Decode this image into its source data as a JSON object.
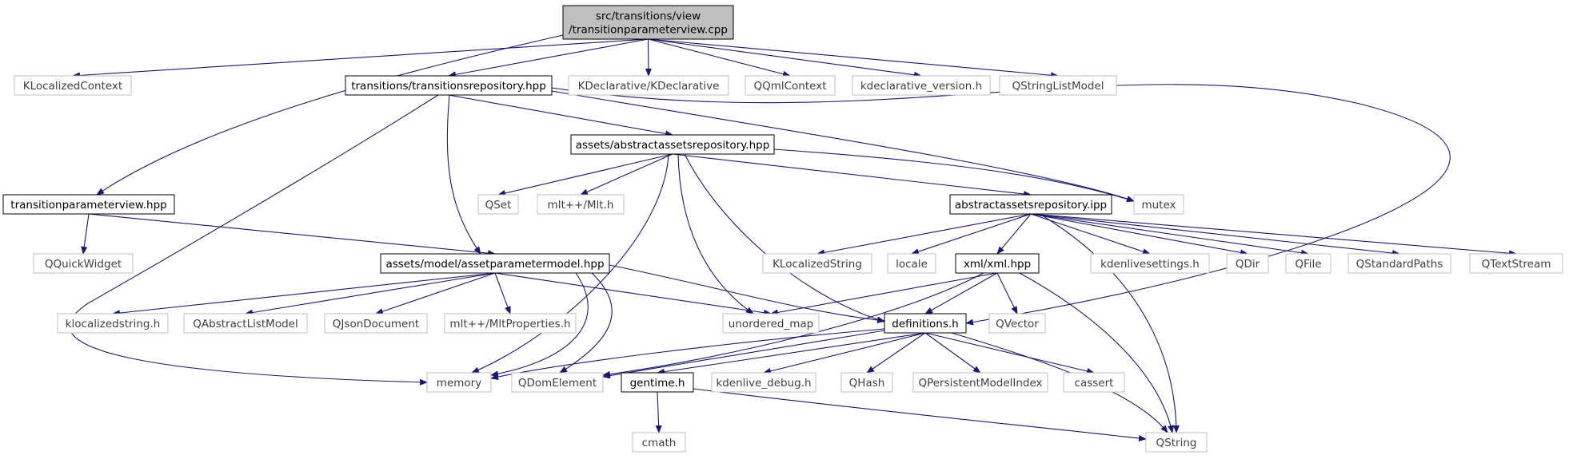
{
  "diagram": {
    "colors": {
      "edge": "#191970",
      "root_fill": "#bfbfbf",
      "root_border": "#000000",
      "file_border": "#000000",
      "external_border": "#bfbfbf",
      "external_text": "#404040",
      "file_text": "#000000"
    },
    "nodes": [
      {
        "id": "root",
        "label": [
          "src/transitions/view",
          "/transitionparameterview.cpp"
        ],
        "kind": "root"
      },
      {
        "id": "klocalizedcontext",
        "label": [
          "KLocalizedContext"
        ],
        "kind": "external"
      },
      {
        "id": "transitionsrepository",
        "label": [
          "transitions/transitionsrepository.hpp"
        ],
        "kind": "file"
      },
      {
        "id": "kdeclarative",
        "label": [
          "KDeclarative/KDeclarative"
        ],
        "kind": "external"
      },
      {
        "id": "qqmlcontext",
        "label": [
          "QQmlContext"
        ],
        "kind": "external"
      },
      {
        "id": "kdeclarative_version",
        "label": [
          "kdeclarative_version.h"
        ],
        "kind": "external"
      },
      {
        "id": "qstringlistmodel",
        "label": [
          "QStringListModel"
        ],
        "kind": "external"
      },
      {
        "id": "abstractassetsrepository_hpp",
        "label": [
          "assets/abstractassetsrepository.hpp"
        ],
        "kind": "file"
      },
      {
        "id": "transitionparameterview_hpp",
        "label": [
          "transitionparameterview.hpp"
        ],
        "kind": "file"
      },
      {
        "id": "qset",
        "label": [
          "QSet"
        ],
        "kind": "external"
      },
      {
        "id": "mlt",
        "label": [
          "mlt++/Mlt.h"
        ],
        "kind": "external"
      },
      {
        "id": "abstractassetsrepository_ipp",
        "label": [
          "abstractassetsrepository.ipp"
        ],
        "kind": "file"
      },
      {
        "id": "mutex",
        "label": [
          "mutex"
        ],
        "kind": "external"
      },
      {
        "id": "qquickwidget",
        "label": [
          "QQuickWidget"
        ],
        "kind": "external"
      },
      {
        "id": "assetparametermodel",
        "label": [
          "assets/model/assetparametermodel.hpp"
        ],
        "kind": "file"
      },
      {
        "id": "klocalizedstring_cap",
        "label": [
          "KLocalizedString"
        ],
        "kind": "external"
      },
      {
        "id": "locale",
        "label": [
          "locale"
        ],
        "kind": "external"
      },
      {
        "id": "xml",
        "label": [
          "xml/xml.hpp"
        ],
        "kind": "file"
      },
      {
        "id": "kdenlivesettings",
        "label": [
          "kdenlivesettings.h"
        ],
        "kind": "external"
      },
      {
        "id": "qdir",
        "label": [
          "QDir"
        ],
        "kind": "external"
      },
      {
        "id": "qfile",
        "label": [
          "QFile"
        ],
        "kind": "external"
      },
      {
        "id": "qstandardpaths",
        "label": [
          "QStandardPaths"
        ],
        "kind": "external"
      },
      {
        "id": "qtextstream",
        "label": [
          "QTextStream"
        ],
        "kind": "external"
      },
      {
        "id": "klocalizedstring_h",
        "label": [
          "klocalizedstring.h"
        ],
        "kind": "external"
      },
      {
        "id": "qabstractlistmodel",
        "label": [
          "QAbstractListModel"
        ],
        "kind": "external"
      },
      {
        "id": "qjsondocument",
        "label": [
          "QJsonDocument"
        ],
        "kind": "external"
      },
      {
        "id": "mltproperties",
        "label": [
          "mlt++/MltProperties.h"
        ],
        "kind": "external"
      },
      {
        "id": "unordered_map",
        "label": [
          "unordered_map"
        ],
        "kind": "external"
      },
      {
        "id": "definitions",
        "label": [
          "definitions.h"
        ],
        "kind": "file"
      },
      {
        "id": "qvector",
        "label": [
          "QVector"
        ],
        "kind": "external"
      },
      {
        "id": "memory",
        "label": [
          "memory"
        ],
        "kind": "external"
      },
      {
        "id": "qdomelement",
        "label": [
          "QDomElement"
        ],
        "kind": "external"
      },
      {
        "id": "gentime",
        "label": [
          "gentime.h"
        ],
        "kind": "file"
      },
      {
        "id": "kdenlive_debug",
        "label": [
          "kdenlive_debug.h"
        ],
        "kind": "external"
      },
      {
        "id": "qhash",
        "label": [
          "QHash"
        ],
        "kind": "external"
      },
      {
        "id": "qpersistentmodelindex",
        "label": [
          "QPersistentModelIndex"
        ],
        "kind": "external"
      },
      {
        "id": "cassert",
        "label": [
          "cassert"
        ],
        "kind": "external"
      },
      {
        "id": "cmath",
        "label": [
          "cmath"
        ],
        "kind": "external"
      },
      {
        "id": "qstring",
        "label": [
          "QString"
        ],
        "kind": "external"
      }
    ],
    "edges": [
      [
        "root",
        "klocalizedcontext"
      ],
      [
        "root",
        "transitionsrepository"
      ],
      [
        "root",
        "kdeclarative"
      ],
      [
        "root",
        "qqmlcontext"
      ],
      [
        "root",
        "kdeclarative_version"
      ],
      [
        "root",
        "qstringlistmodel"
      ],
      [
        "root",
        "transitionparameterview_hpp"
      ],
      [
        "transitionsrepository",
        "abstractassetsrepository_hpp"
      ],
      [
        "transitionsrepository",
        "mutex"
      ],
      [
        "transitionsrepository",
        "definitions"
      ],
      [
        "transitionsrepository",
        "assetparametermodel"
      ],
      [
        "transitionsrepository",
        "memory"
      ],
      [
        "abstractassetsrepository_hpp",
        "qset"
      ],
      [
        "abstractassetsrepository_hpp",
        "mlt"
      ],
      [
        "abstractassetsrepository_hpp",
        "abstractassetsrepository_ipp"
      ],
      [
        "abstractassetsrepository_hpp",
        "mutex"
      ],
      [
        "abstractassetsrepository_hpp",
        "unordered_map"
      ],
      [
        "abstractassetsrepository_hpp",
        "definitions"
      ],
      [
        "abstractassetsrepository_hpp",
        "memory"
      ],
      [
        "transitionparameterview_hpp",
        "qquickwidget"
      ],
      [
        "transitionparameterview_hpp",
        "assetparametermodel"
      ],
      [
        "abstractassetsrepository_ipp",
        "klocalizedstring_cap"
      ],
      [
        "abstractassetsrepository_ipp",
        "locale"
      ],
      [
        "abstractassetsrepository_ipp",
        "xml"
      ],
      [
        "abstractassetsrepository_ipp",
        "kdenlivesettings"
      ],
      [
        "abstractassetsrepository_ipp",
        "qdir"
      ],
      [
        "abstractassetsrepository_ipp",
        "qfile"
      ],
      [
        "abstractassetsrepository_ipp",
        "qstandardpaths"
      ],
      [
        "abstractassetsrepository_ipp",
        "qtextstream"
      ],
      [
        "abstractassetsrepository_ipp",
        "qstring"
      ],
      [
        "assetparametermodel",
        "klocalizedstring_h"
      ],
      [
        "assetparametermodel",
        "qabstractlistmodel"
      ],
      [
        "assetparametermodel",
        "qjsondocument"
      ],
      [
        "assetparametermodel",
        "mltproperties"
      ],
      [
        "assetparametermodel",
        "unordered_map"
      ],
      [
        "assetparametermodel",
        "definitions"
      ],
      [
        "assetparametermodel",
        "memory"
      ],
      [
        "assetparametermodel",
        "qdomelement"
      ],
      [
        "xml",
        "unordered_map"
      ],
      [
        "xml",
        "definitions"
      ],
      [
        "xml",
        "qvector"
      ],
      [
        "xml",
        "qdomelement"
      ],
      [
        "xml",
        "qstring"
      ],
      [
        "definitions",
        "memory"
      ],
      [
        "definitions",
        "qdomelement"
      ],
      [
        "definitions",
        "gentime"
      ],
      [
        "definitions",
        "kdenlive_debug"
      ],
      [
        "definitions",
        "qhash"
      ],
      [
        "definitions",
        "qpersistentmodelindex"
      ],
      [
        "definitions",
        "cassert"
      ],
      [
        "definitions",
        "qstring"
      ],
      [
        "gentime",
        "cmath"
      ],
      [
        "gentime",
        "qstring"
      ]
    ]
  }
}
